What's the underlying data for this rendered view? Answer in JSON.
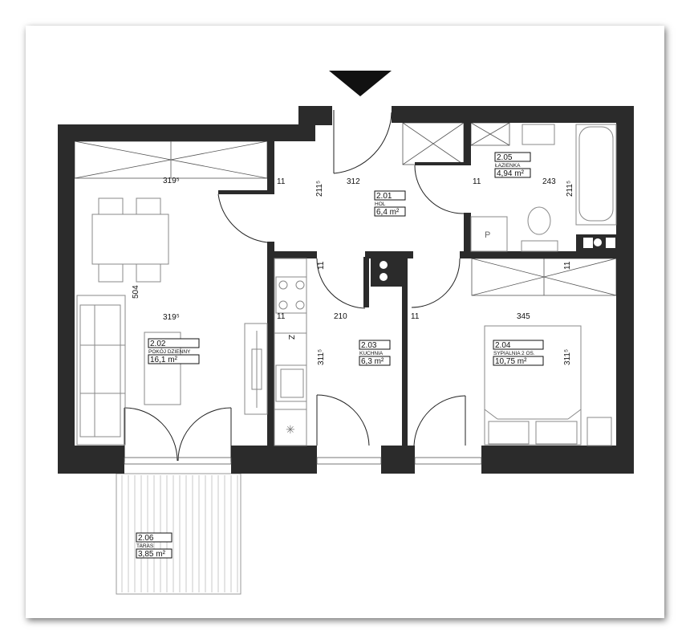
{
  "rooms": [
    {
      "number": "2.01",
      "name": "HOL",
      "area": "6,4 m²"
    },
    {
      "number": "2.02",
      "name": "POKÓJ DZIENNY",
      "area": "16,1 m²"
    },
    {
      "number": "2.03",
      "name": "KUCHNIA",
      "area": "6,3 m²"
    },
    {
      "number": "2.04",
      "name": "SYPIALNIA 2 OS.",
      "area": "10,75 m²"
    },
    {
      "number": "2.05",
      "name": "ŁAZIENKA",
      "area": "4,94 m²"
    },
    {
      "number": "2.06",
      "name": "TARAS",
      "area": "3,85 m²"
    }
  ],
  "dimensions": {
    "living_top": "319⁵",
    "living_mid": "319⁵",
    "living_depth": "504",
    "hall_width": "312",
    "hall_height": "211⁵",
    "hall_wall_left": "11",
    "bath_width": "243",
    "bath_height": "211⁵",
    "bath_wall": "11",
    "kitchen_width": "210",
    "kitchen_height": "311⁵",
    "kitchen_wall_left": "11",
    "kitchen_wall_top": "11",
    "bedroom_width": "345",
    "bedroom_height": "311⁵",
    "bedroom_wall_left": "11",
    "bedroom_wall_top": "11"
  },
  "fixtures": {
    "boiler_label": "P",
    "fridge_label": "Z"
  },
  "entrance_marker": "entrance-arrow"
}
